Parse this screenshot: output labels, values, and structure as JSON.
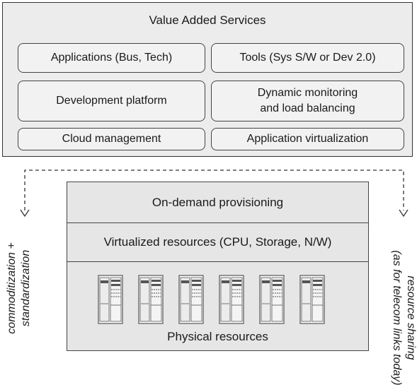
{
  "value_added_services": {
    "title": "Value Added Services",
    "services": {
      "applications": "Applications (Bus, Tech)",
      "tools": "Tools (Sys S/W or Dev 2.0)",
      "development_platform": "Development platform",
      "dynamic_monitoring": "Dynamic monitoring\nand load balancing",
      "cloud_management": "Cloud management",
      "application_virtualization": "Application virtualization"
    }
  },
  "infrastructure": {
    "on_demand": "On-demand provisioning",
    "virtualized": "Virtualized resources (CPU, Storage, N/W)",
    "physical": "Physical resources",
    "server_count": 6
  },
  "side_labels": {
    "left": "commoditization +\nstandardization",
    "right": "resource sharing\n(as for telecom links today)"
  },
  "colors": {
    "panel_bg": "#ececec",
    "box_border": "#444444",
    "server_dark": "#555555"
  }
}
